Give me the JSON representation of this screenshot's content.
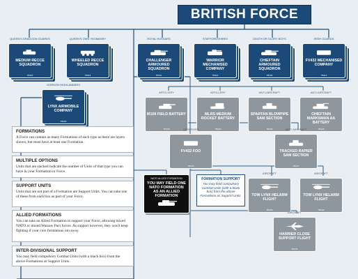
{
  "title": "BRITISH FORCE",
  "colors": {
    "navy": "#1b4a78",
    "support_grey": "#8e979e",
    "allied_black": "#0f0f0f",
    "background": "#e9eef2"
  },
  "formations": [
    {
      "id": "medium-recce",
      "header": "QUEEN'S DRAGOON GUARDS",
      "name": "MEDIUM RECCE SQUADRON",
      "code": "TB115",
      "icon": "recce-vehicle-icon"
    },
    {
      "id": "wheeled-recce",
      "header": "QUEEN'S OWN YEOMANRY",
      "name": "WHEELED RECCE SQUADRON",
      "code": "TB116",
      "icon": "wheeled-vehicle-icon"
    },
    {
      "id": "challenger",
      "header": "ROYAL HUSSARS",
      "name": "CHALLENGER ARMOURED SQUADRON",
      "code": "TB101",
      "icon": "tank-icon"
    },
    {
      "id": "warrior",
      "header": "STAFFORDSHIRES",
      "name": "WARRIOR MECHANISED COMPANY",
      "code": "TB110",
      "icon": "ifv-icon"
    },
    {
      "id": "chieftain",
      "header": "DEATH OR GLORY BOYS",
      "name": "CHIEFTAIN ARMOURED SQUADRON",
      "code": "TB104",
      "icon": "tank-icon"
    },
    {
      "id": "fv432",
      "header": "IRISH GUARDS",
      "name": "FV432 MECHANISED COMPANY",
      "code": "TB112",
      "icon": "apc-icon"
    },
    {
      "id": "lynx",
      "header": "GORDON HIGHLANDERS",
      "name": "LYNX AIRMOBILE COMPANY",
      "code": "TB118",
      "icon": "helicopter-icon"
    }
  ],
  "support": [
    {
      "id": "m109",
      "header": "ARTILLERY",
      "name": "M109 FIELD BATTERY",
      "code": "TB120",
      "icon": "artillery-icon"
    },
    {
      "id": "mlrs",
      "header": "ARTILLERY",
      "name": "MLRS MEDIUM ROCKET BATTERY",
      "code": "TB122",
      "icon": "rocket-launcher-icon"
    },
    {
      "id": "spartan",
      "header": "ANTI-AIRCRAFT",
      "name": "SPARTAN BLOWPIPE SAM SECTION",
      "code": "TB126",
      "icon": "sam-vehicle-icon"
    },
    {
      "id": "marksman",
      "header": "ANTI-AIRCRAFT",
      "name": "CHIEFTAIN MARKSMAN AA BATTERY",
      "code": "TB125",
      "icon": "aa-tank-icon"
    },
    {
      "id": "foo",
      "header": "OBSERVER",
      "name": "FV432 FOO",
      "code": "TB121",
      "icon": "apc-icon"
    },
    {
      "id": "rapier",
      "header": "ANTI-AIRCRAFT",
      "name": "TRACKED RAPIER SAM SECTION",
      "code": "TB127",
      "icon": "sam-vehicle-icon"
    },
    {
      "id": "towlynx1",
      "header": "AIRCRAFT",
      "name": "TOW LYNX HELARM FLIGHT",
      "code": "TB130",
      "icon": "helicopter-icon"
    },
    {
      "id": "towlynx2",
      "header": "AIRCRAFT",
      "name": "TOW LYNX HELARM FLIGHT",
      "code": "TB130",
      "icon": "helicopter-icon"
    },
    {
      "id": "harrier",
      "header": "AIRCRAFT",
      "name": "HARRIER CLOSE SUPPORT FLIGHT",
      "code": "TB131",
      "icon": "jet-icon"
    }
  ],
  "allied": {
    "header": "NATO ALLIED FORMATION",
    "text": "YOU MAY FIELD ONE NATO FORMATION AS AN ALLIED FORMATION"
  },
  "formation_support": {
    "title": "FORMATION SUPPORT",
    "text": "You may field compulsory Combat Units (with a black box) from the above Formations as Support Units."
  },
  "legend": [
    {
      "heading": "FORMATIONS",
      "body": "A Force can contain as many Formations of each type as there are layers shown, but must have at least one Formation."
    },
    {
      "heading": "MULTIPLE OPTIONS",
      "body": "Units that are stacked indicate the number of Units of that type you can have in your Formation or Force."
    },
    {
      "heading": "SUPPORT UNITS",
      "body": "Units that are not part of a Formation are Support Units. You can take one of these from each box as part of your Force."
    },
    {
      "heading": "ALLIED FORMATIONS",
      "body": "You can take an Allied Formation to support your Force, allowing mixed NATO or mixed Warsaw Pact forces. As support however, they won't keep fighting if your core formations run away."
    },
    {
      "heading": "INTER-DIVISIONAL SUPPORT",
      "body": "You may field compulsory Combat Units (with a black box) from the above Formations as Support Units."
    }
  ]
}
